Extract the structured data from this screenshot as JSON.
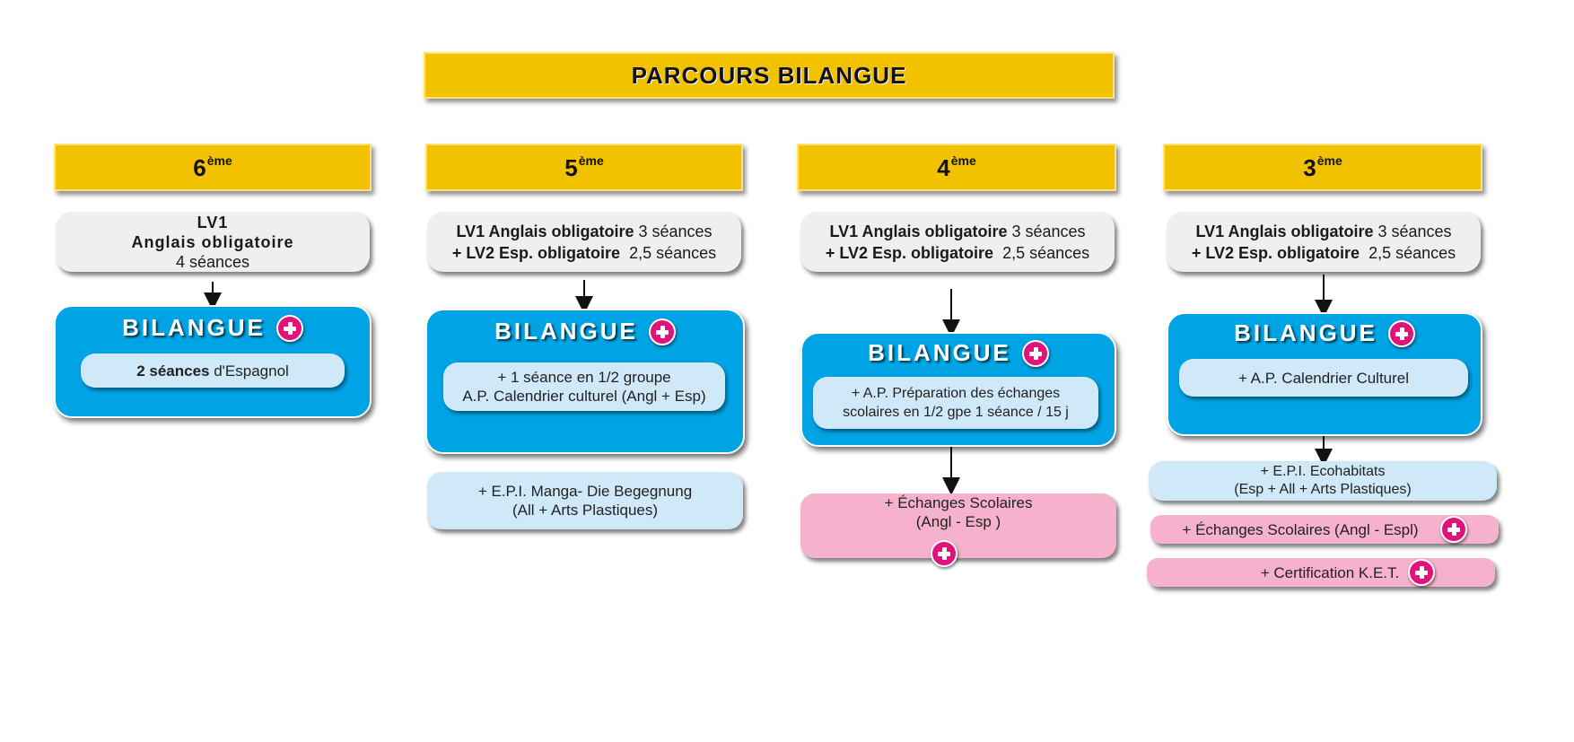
{
  "title": "PARCOURS BILANGUE",
  "bilangue_label": "BILANGUE",
  "colors": {
    "yellow": "#f2c200",
    "blue": "#00a3e4",
    "light_blue": "#cfe9f8",
    "pink": "#f6b2cc",
    "plus": "#e2127a"
  },
  "columns": [
    {
      "grade": "6",
      "grade_sup": "ème",
      "lv": {
        "line1": "LV1",
        "line2": "Anglais obligatoire",
        "line3": "4 séances"
      },
      "bilangue_inner": {
        "bold": "2 séances",
        "rest": " d'Espagnol"
      }
    },
    {
      "grade": "5",
      "grade_sup": "ème",
      "lv": {
        "lv1_bold": "LV1 Anglais obligatoire",
        "lv1_rest": " 3 séances",
        "lv2_bold": "+ LV2 Esp. obligatoire",
        "lv2_rest": "  2,5 séances"
      },
      "bilangue_inner": {
        "line1": "+ 1 séance en 1/2 groupe",
        "line2": "A.P. Calendrier culturel (Angl + Esp)"
      },
      "epi": {
        "line1": "+ E.P.I. Manga- Die Begegnung",
        "line2": "(All + Arts Plastiques)"
      }
    },
    {
      "grade": "4",
      "grade_sup": "ème",
      "lv": {
        "lv1_bold": "LV1 Anglais obligatoire",
        "lv1_rest": " 3 séances",
        "lv2_bold": "+ LV2 Esp. obligatoire",
        "lv2_rest": "  2,5 séances"
      },
      "bilangue_inner": {
        "line1": "+ A.P. Préparation des échanges",
        "line2": "scolaires en 1/2 gpe 1 séance / 15 j"
      },
      "echanges": {
        "line1": "+ Échanges Scolaires",
        "line2": "(Angl - Esp )"
      }
    },
    {
      "grade": "3",
      "grade_sup": "ème",
      "lv": {
        "lv1_bold": "LV1 Anglais obligatoire",
        "lv1_rest": " 3 séances",
        "lv2_bold": "+ LV2 Esp. obligatoire",
        "lv2_rest": "  2,5 séances"
      },
      "bilangue_inner": {
        "line1": "+ A.P. Calendrier Culturel"
      },
      "epi": {
        "line1": "+ E.P.I. Ecohabitats",
        "line2": "(Esp + All + Arts Plastiques)"
      },
      "echanges": {
        "line1": "+ Échanges Scolaires (Angl - Espl)"
      },
      "certification": {
        "line1": "+ Certification K.E.T."
      }
    }
  ]
}
